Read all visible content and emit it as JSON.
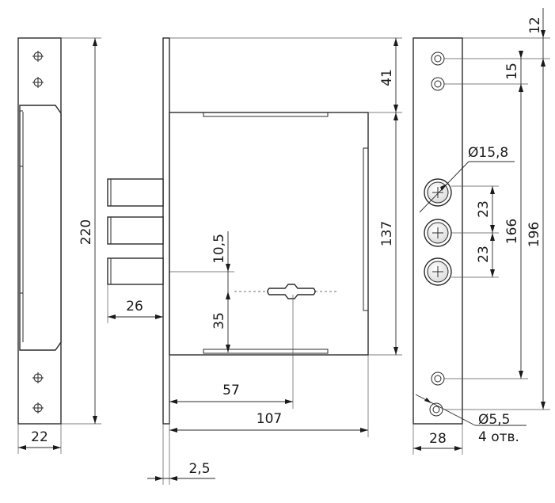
{
  "dimensions": {
    "strike_width": "22",
    "strike_height": "220",
    "faceplate_thickness": "2,5",
    "bolt_projection": "26",
    "top_offset": "41",
    "case_height": "137",
    "keyhole_offset": "10,5",
    "keyhole_to_bottom": "35",
    "backset": "57",
    "case_depth": "107",
    "plate_top_offset": "12",
    "hole_spacing_small": "15",
    "bolt_diameter": "Ø15,8",
    "bolt_pitch_upper": "23",
    "bolt_pitch_lower": "23",
    "inner_hole_span": "166",
    "outer_hole_span": "196",
    "screw_hole_diameter": "Ø5,5",
    "screw_hole_count": "4 отв.",
    "faceplate_width": "28"
  }
}
